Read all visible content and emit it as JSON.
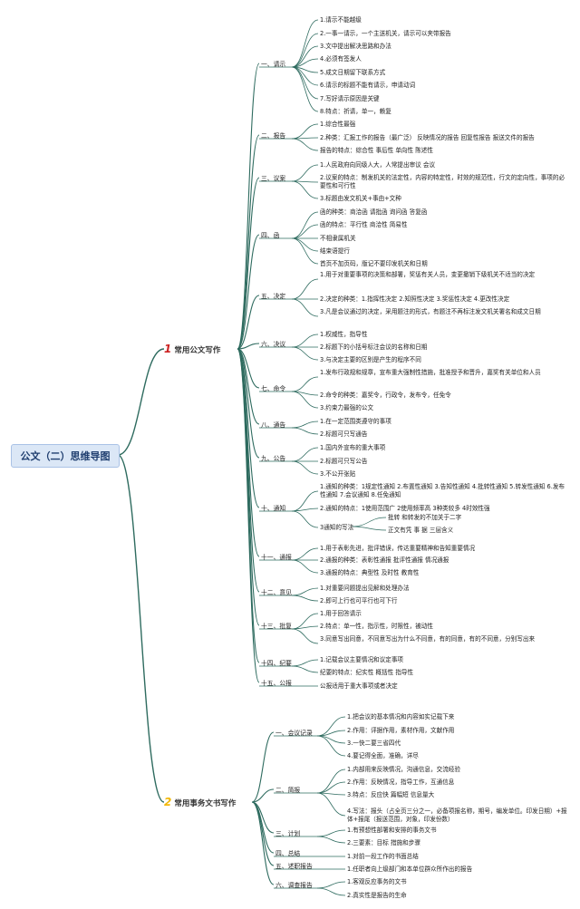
{
  "title": "公文（二）思维导图",
  "colors": {
    "branch": "#2e6b5f",
    "red_num": "#cc2222",
    "yellow_num": "#f2b705"
  },
  "main": [
    {
      "num": "1",
      "label": "常用公文写作"
    },
    {
      "num": "2",
      "label": "常用事务文书写作"
    }
  ],
  "b1": [
    {
      "label": "一、请示",
      "items": [
        "1.请示不能越级",
        "2.一事一请示，一个主送机关，请示可以夹带报告",
        "3.文中提出解决思路和办法",
        "4.必须有签发人",
        "5.成文日期留下联系方式",
        "6.请示的标题不能有请示，申请动词",
        "7.写好请示原因是关键",
        "8.特点：祈请，单一，赖复"
      ]
    },
    {
      "label": "二、报告",
      "items": [
        "1.综合性最强",
        "2.种类：汇报工作的报告（最广泛） 反映情况的报告 回复性报告 报送文件的报告",
        "报告的特点：综合性 事后性 单向性 陈述性"
      ]
    },
    {
      "label": "三、议案",
      "items": [
        "1.人民政府向同级人大，人常提出审议 会议",
        "2.议案的特点：制发机关的法定性，内容的特定性，时效的规范性，行文的定向性，事项的必要性和可行性",
        "3.标题由发文机关+事由+文种"
      ]
    },
    {
      "label": "四、函",
      "items": [
        "函的种类：商洽函 请批函 询问函 答复函",
        "函的特点：平行性 商洽性 简易性",
        "不相隶属机关",
        "结束语提行",
        "首页不加页码，版记不要印发机关和日期"
      ]
    },
    {
      "label": "五、决定",
      "items": [
        "1.用于对重要事项的决策和部署，奖惩有关人员，变更撤销下级机关不适当的决定",
        "2.决定的种类：1.指挥性决定 2.知照性决定 3.奖惩性决定 4.更改性决定",
        "3.凡是会议通过的决定，采用题注的形式，有题注不再标注发文机关署名和成文日期"
      ]
    },
    {
      "label": "六、决议",
      "items": [
        "1.权威性，指导性",
        "2.标题下的小括号标注会议的名称和日期",
        "3.与决定主要的区别是产生的程序不同"
      ]
    },
    {
      "label": "七、命令",
      "items": [
        "1.发布行政规和规章，宣布重大强制性措施，批准授予和晋升，嘉奖有关单位和人员",
        "2.命令的种类：嘉奖令，行政令，发布令，任免令",
        "3.约束力最强的公文"
      ]
    },
    {
      "label": "八、通告",
      "items": [
        "1.在一定范围类遵守的事项",
        "2.标题可只写通告"
      ]
    },
    {
      "label": "九、公告",
      "items": [
        "1.国内外宣布的重大事项",
        "2.标题可只写公告",
        "3.不公开张贴"
      ]
    },
    {
      "label": "十、通知",
      "items": [
        "1.通知的种类：1规定性通知 2.布置性通知 3.告知性通知 4.批转性通知 5.转发性通知 6.发布性通知 7.会议通知 8.任免通知",
        "2.通知的特点：1使用范围广 2使用频率高 3种类较多 4时效性强",
        "3通知的写法"
      ],
      "sub": [
        "批转 和转发的不加关于二字",
        "正文有凭 事 据 三层含义"
      ]
    },
    {
      "label": "十一、通报",
      "items": [
        "1.用于表彰先进，批评错误，传达重要精神和告知重要情况",
        "2.通报的种类：表彰性通报 批评性通报 情况通报",
        "3.通报的特点：典型性 及时性 教育性"
      ]
    },
    {
      "label": "十二、意见",
      "items": [
        "1.对重要问题提出见解和处理办法",
        "2.即可上行也可平行也可下行"
      ]
    },
    {
      "label": "十三、批复",
      "items": [
        "1.用于回答请示",
        "2.特点：单一性，指示性，时限性，被动性",
        "3.同意写出同意，不同意写出为什么不同意，有的同意，有的不同意，分别写出来"
      ]
    },
    {
      "label": "十四、纪要",
      "items": [
        "1.记载会议主要情况和议定事项",
        "纪要的特点：纪实性 概括性 指导性"
      ]
    },
    {
      "label": "十五、公报",
      "items": [
        "公报适用于重大事项或者决定"
      ]
    }
  ],
  "b2": [
    {
      "label": "一、会议记录",
      "items": [
        "1.把会议的基本情况和内容如实记载下来",
        "2.作用：评据作用，素材作用，文献作用",
        "3.一快二要三省四代",
        "4.要记得全面，准确，详尽"
      ]
    },
    {
      "label": "二、简报",
      "items": [
        "1.内部用来反映情况，沟通信息，交流经验",
        "2.作用：反映情况，指导工作，互通信息",
        "3.特点：反应快 篇幅短 信息量大",
        "4.写法：报头（占全页三分之一，必备项报名称，期号，编发单位。印发日期）+报体+报尾（报送范围，对象，印发份数）"
      ]
    },
    {
      "label": "三、计划",
      "items": [
        "1.有预想性部署和安排的事务文书",
        "2.三要素：目标 措施和步骤"
      ]
    },
    {
      "label": "四、总结",
      "items": [
        "1.对前一段工作的书面总结"
      ]
    },
    {
      "label": "五、述职报告",
      "items": [
        "1.任职者向上级部门和本单位群众所作出的报告"
      ]
    },
    {
      "label": "六、调查报告",
      "items": [
        "1.客观反应事务的文书",
        "2.真实性是报告的生命"
      ]
    }
  ]
}
